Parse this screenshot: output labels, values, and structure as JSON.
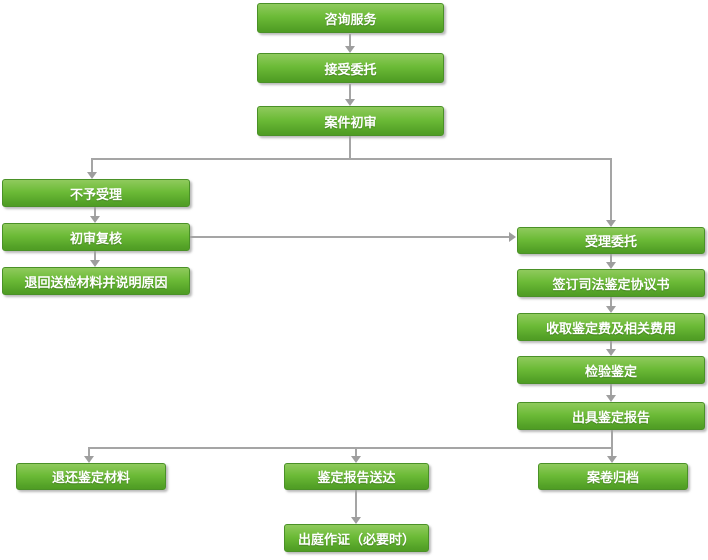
{
  "diagram": {
    "title": "judicial-appraisal-process-flowchart",
    "colors": {
      "node_gradient_top": "#8fca5d",
      "node_gradient_bottom": "#4f9c24",
      "node_border": "#4a9127",
      "node_text": "#ffffff",
      "connector": "#a5a5a5",
      "background": "#ffffff"
    },
    "nodes": [
      {
        "id": "consult-service",
        "label": "咨询服务"
      },
      {
        "id": "accept-entrustment",
        "label": "接受委托"
      },
      {
        "id": "case-preliminary-review",
        "label": "案件初审"
      },
      {
        "id": "not-accepted",
        "label": "不予受理"
      },
      {
        "id": "preliminary-recheck",
        "label": "初审复核"
      },
      {
        "id": "return-materials-explain",
        "label": "退回送检材料并说明原因"
      },
      {
        "id": "accept-commission",
        "label": "受理委托"
      },
      {
        "id": "sign-appraisal-agreement",
        "label": "签订司法鉴定协议书"
      },
      {
        "id": "collect-fees",
        "label": "收取鉴定费及相关费用"
      },
      {
        "id": "inspection-appraisal",
        "label": "检验鉴定"
      },
      {
        "id": "issue-appraisal-report",
        "label": "出具鉴定报告"
      },
      {
        "id": "return-appraisal-materials",
        "label": "退还鉴定材料"
      },
      {
        "id": "report-delivery",
        "label": "鉴定报告送达"
      },
      {
        "id": "case-file-archiving",
        "label": "案卷归档"
      },
      {
        "id": "court-testimony",
        "label": "出庭作证（必要时）"
      }
    ],
    "edges": [
      "咨询服务→接受委托",
      "接受委托→案件初审",
      "案件初审→不予受理",
      "案件初审→受理委托",
      "不予受理→初审复核",
      "初审复核→受理委托",
      "初审复核→退回送检材料并说明原因",
      "受理委托→签订司法鉴定协议书",
      "签订司法鉴定协议书→收取鉴定费及相关费用",
      "收取鉴定费及相关费用→检验鉴定",
      "检验鉴定→出具鉴定报告",
      "出具鉴定报告→退还鉴定材料",
      "出具鉴定报告→鉴定报告送达",
      "出具鉴定报告→案卷归档",
      "鉴定报告送达→出庭作证（必要时）"
    ]
  }
}
